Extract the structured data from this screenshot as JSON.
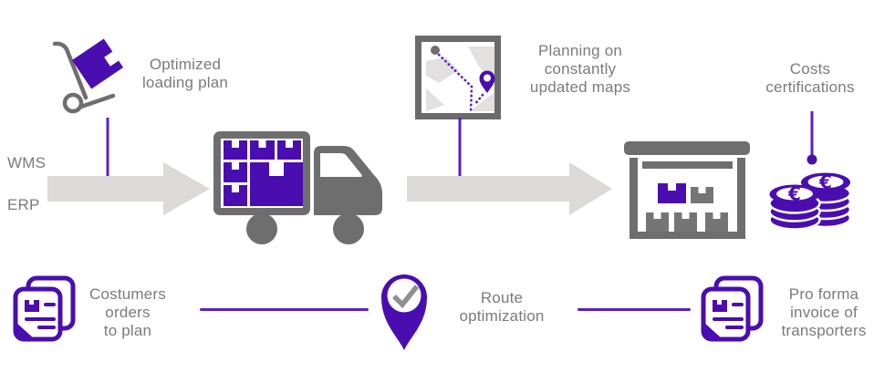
{
  "diagram": {
    "background": "#ffffff",
    "labels": {
      "wms": "WMS",
      "erp": "ERP",
      "optimized_loading_plan": "Optimized\nloading plan",
      "planning_maps": "Planning on\nconstantly\nupdated maps",
      "costs_certifications": "Costs\ncertifications",
      "customers_orders": "Costumers\norders\nto plan",
      "route_optimization": "Route\noptimization",
      "pro_forma_invoice": "Pro forma\ninvoice of\ntransporters"
    },
    "symbols": {
      "euro": "€"
    },
    "icons": [
      "hand-truck-icon",
      "delivery-truck-icon",
      "map-route-icon",
      "warehouse-icon",
      "euro-coins-icon",
      "documents-icon",
      "location-check-icon",
      "flow-arrow-icon",
      "connector-dot-icon"
    ],
    "colors": {
      "icon_purple": "#4a0daf",
      "line_purple": "#5b1fc8",
      "icon_gray": "#6e6e6e",
      "box_gray": "#757575",
      "arrow_gray": "#dcdad8",
      "map_block_gray": "#e3e1e0",
      "text_gray": "#7b7b7b",
      "check_gray": "#8f8f8f"
    }
  }
}
